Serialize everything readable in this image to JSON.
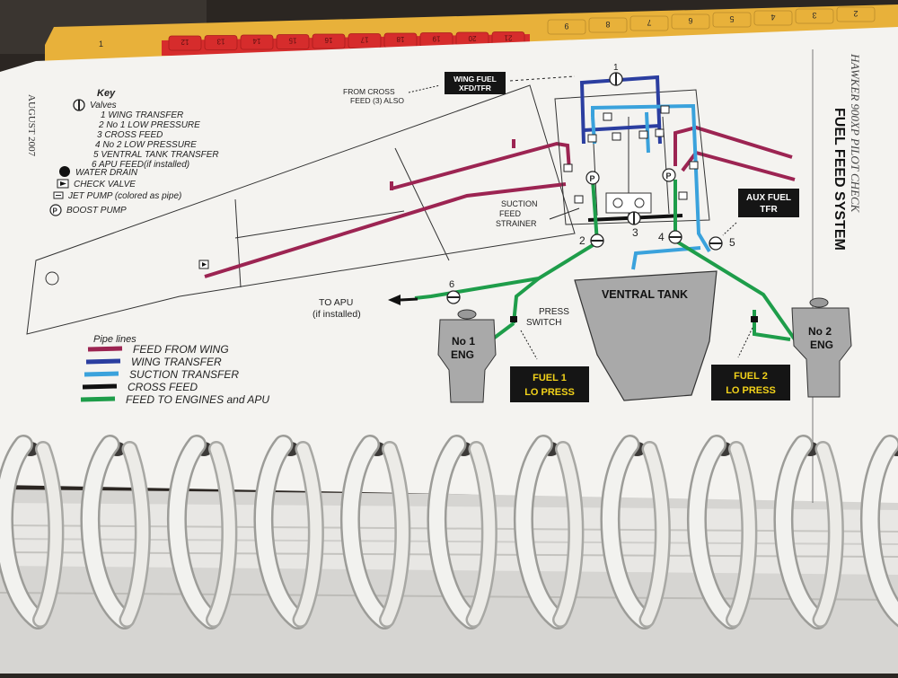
{
  "header": {
    "side_title": "HAWKER 900XP PILOT CHECK",
    "section_title": "FUEL FEED SYSTEM",
    "date": "AUGUST 2007"
  },
  "tabs": {
    "yellow": [
      "9",
      "8",
      "7",
      "6",
      "5",
      "4",
      "3",
      "2"
    ],
    "red": [
      "12",
      "13",
      "14",
      "15",
      "16",
      "17",
      "18",
      "19",
      "20",
      "21"
    ],
    "first": "1"
  },
  "key": {
    "title": "Key",
    "valves_label": "Valves",
    "valves": [
      "1 WING TRANSFER",
      "2 No 1 LOW PRESSURE",
      "3 CROSS FEED",
      "4 No 2 LOW PRESSURE",
      "5 VENTRAL TANK TRANSFER",
      "6 APU FEED(if installed)"
    ],
    "water_drain": "WATER DRAIN",
    "check_valve": "CHECK VALVE",
    "jet_pump": "JET PUMP (colored as pipe)",
    "boost_pump": "BOOST PUMP",
    "boost_pump_symbol": "P"
  },
  "pipe_lines": {
    "title": "Pipe lines",
    "items": [
      {
        "label": "FEED FROM WING",
        "color": "#9c2452"
      },
      {
        "label": "WING TRANSFER",
        "color": "#2b3ea0"
      },
      {
        "label": "SUCTION TRANSFER",
        "color": "#3aa2dc"
      },
      {
        "label": "CROSS FEED",
        "color": "#111111"
      },
      {
        "label": "FEED TO ENGINES and APU",
        "color": "#1e9d4a"
      }
    ]
  },
  "labels": {
    "from_cross": "FROM CROSS",
    "feed_also": "FEED (3) ALSO",
    "wing_fuel_1": "WING FUEL",
    "wing_fuel_2": "XFD/TFR",
    "suction_1": "SUCTION",
    "suction_2": "FEED",
    "suction_3": "STRAINER",
    "aux_1": "AUX FUEL",
    "aux_2": "TFR",
    "ventral_tank": "VENTRAL TANK",
    "to_apu_1": "TO APU",
    "to_apu_2": "(if installed)",
    "press_1": "PRESS",
    "press_2": "SWITCH",
    "eng1_1": "No 1",
    "eng1_2": "ENG",
    "eng2_1": "No 2",
    "eng2_2": "ENG",
    "fuel1_1": "FUEL 1",
    "fuel1_2": "LO PRESS",
    "fuel2_1": "FUEL 2",
    "fuel2_2": "LO PRESS",
    "valve_numbers": [
      "1",
      "2",
      "3",
      "4",
      "5",
      "6"
    ]
  },
  "colors": {
    "feed_from_wing": "#9c2452",
    "wing_transfer": "#2b3ea0",
    "suction_transfer": "#3aa2dc",
    "cross_feed": "#111111",
    "feed_to_engines": "#1e9d4a",
    "annunciator_text": "#f2d21a",
    "tab_yellow": "#e8b13a",
    "tab_red": "#d62c2c"
  }
}
